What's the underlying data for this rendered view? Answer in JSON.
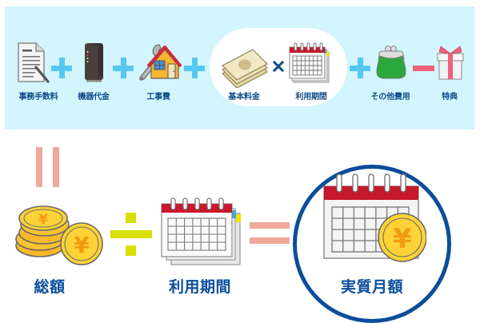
{
  "formula_top": {
    "items": [
      {
        "label": "事務手数料",
        "icon": "document-icon"
      },
      {
        "label": "機器代金",
        "icon": "router-icon"
      },
      {
        "label": "工事費",
        "icon": "house-wrench-icon"
      },
      {
        "label": "基本料金",
        "icon": "banknotes-icon"
      },
      {
        "label": "利用期間",
        "icon": "calendar-icon"
      },
      {
        "label": "その他費用",
        "icon": "coin-purse-icon"
      },
      {
        "label": "特典",
        "icon": "gift-icon"
      }
    ],
    "operators": [
      "+",
      "+",
      "+",
      "×",
      "+",
      "−"
    ]
  },
  "formula_bottom": {
    "equals_vertical": "=",
    "items": [
      {
        "label": "総額",
        "icon": "yen-coins-icon"
      },
      {
        "label": "利用期間",
        "icon": "calendar-icon"
      },
      {
        "label": "実質月額",
        "icon": "calendar-yen-icon"
      }
    ],
    "operators": [
      "÷",
      "="
    ]
  },
  "colors": {
    "panel_bg": "#d3f5fd",
    "plus": "#55c8f2",
    "minus": "#f2607a",
    "times": "#0f4c8a",
    "equals": "#f0a89a",
    "divide": "#d9e000",
    "label": "#0f4c8a",
    "result_circle": "#0a4e9b"
  }
}
